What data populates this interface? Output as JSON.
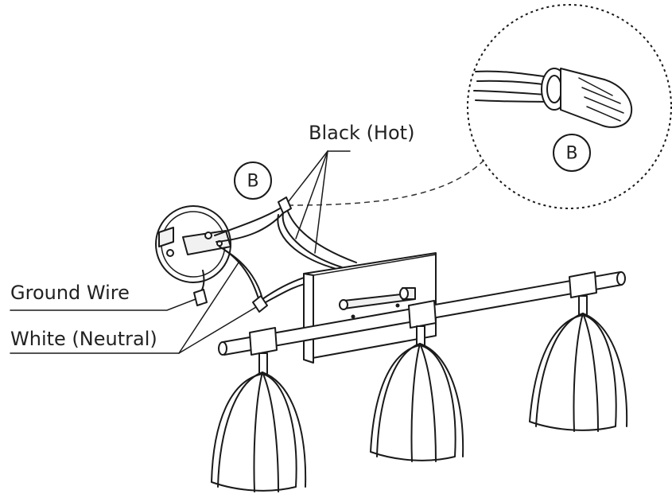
{
  "labels": {
    "black_hot": "Black (Hot)",
    "ground_wire": "Ground Wire",
    "white_neutral": "White (Neutral)"
  },
  "callouts": {
    "detail_marker": "B",
    "inset_marker": "B"
  }
}
